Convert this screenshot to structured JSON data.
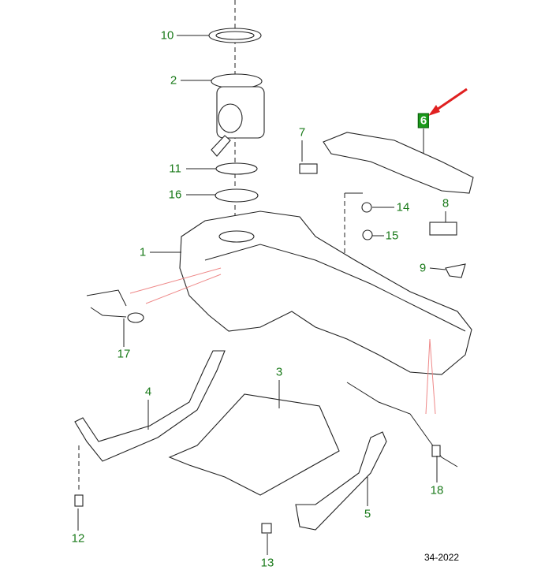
{
  "callouts": [
    {
      "id": "10",
      "label": "10"
    },
    {
      "id": "2",
      "label": "2"
    },
    {
      "id": "11",
      "label": "11"
    },
    {
      "id": "16",
      "label": "16"
    },
    {
      "id": "7",
      "label": "7"
    },
    {
      "id": "6",
      "label": "6"
    },
    {
      "id": "14",
      "label": "14"
    },
    {
      "id": "8",
      "label": "8"
    },
    {
      "id": "15",
      "label": "15"
    },
    {
      "id": "1",
      "label": "1"
    },
    {
      "id": "9",
      "label": "9"
    },
    {
      "id": "17",
      "label": "17"
    },
    {
      "id": "4",
      "label": "4"
    },
    {
      "id": "3",
      "label": "3"
    },
    {
      "id": "18",
      "label": "18"
    },
    {
      "id": "5",
      "label": "5"
    },
    {
      "id": "12",
      "label": "12"
    },
    {
      "id": "13",
      "label": "13"
    }
  ],
  "highlighted_callout": "6",
  "colors": {
    "callout": "#1a7a1a",
    "highlight": "#1a9a1a",
    "arrow": "#e02020"
  },
  "footer": {
    "code": "34-2022"
  }
}
